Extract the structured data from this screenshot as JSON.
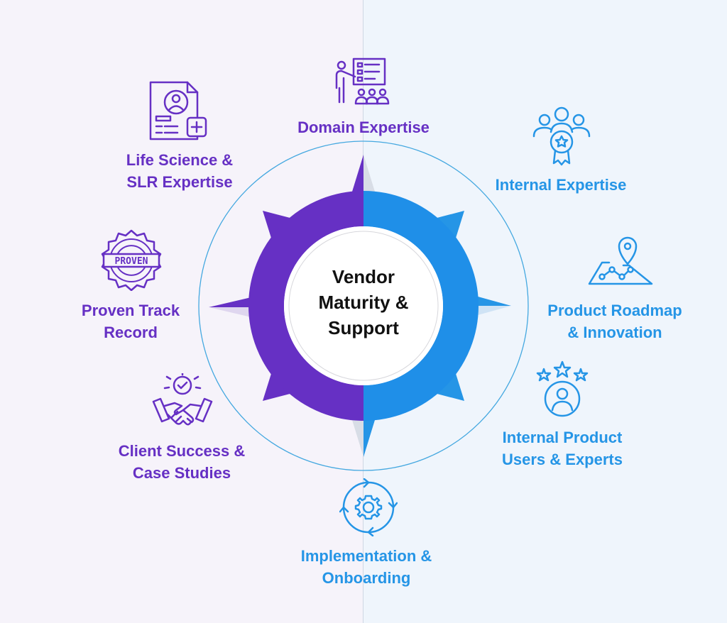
{
  "center": {
    "lines": [
      "Vendor",
      "Maturity &",
      "Support"
    ]
  },
  "items": {
    "domain": {
      "lines": [
        "Domain Expertise"
      ],
      "icon": "presentation-board-icon"
    },
    "life_science": {
      "lines": [
        "Life Science &",
        "SLR Expertise"
      ],
      "icon": "profile-document-icon"
    },
    "proven": {
      "lines": [
        "Proven Track",
        "Record"
      ],
      "icon": "proven-badge-icon",
      "badge_text": "PROVEN"
    },
    "client": {
      "lines": [
        "Client Success &",
        "Case Studies"
      ],
      "icon": "handshake-icon"
    },
    "implementation": {
      "lines": [
        "Implementation &",
        "Onboarding"
      ],
      "icon": "cycle-gear-icon"
    },
    "internal_users": {
      "lines": [
        "Internal Product",
        "Users & Experts"
      ],
      "icon": "user-stars-icon"
    },
    "roadmap": {
      "lines": [
        "Product Roadmap",
        "& Innovation"
      ],
      "icon": "map-pin-icon"
    },
    "internal": {
      "lines": [
        "Internal Expertise"
      ],
      "icon": "team-award-icon"
    }
  },
  "colors": {
    "purple": "#6630c4",
    "blue": "#2595e6",
    "ring": "#44a8e0",
    "text": "#111111"
  }
}
